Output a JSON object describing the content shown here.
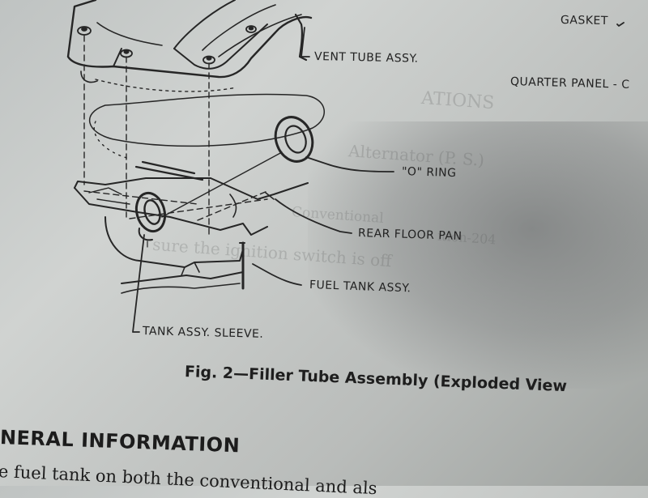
{
  "labels": {
    "gasket": "GASKET",
    "vent_tube": "VENT TUBE ASSY.",
    "quarter_panel": "QUARTER PANEL - C",
    "o_ring": "\"O\" RING",
    "rear_floor_pan": "REAR FLOOR PAN",
    "fuel_tank": "FUEL TANK ASSY.",
    "tank_sleeve": "TANK ASSY. SLEEVE."
  },
  "caption": "Fig. 2—Filler Tube Assembly (Exploded View",
  "section_heading": "NERAL INFORMATION",
  "body_text": "e fuel tank on both the conventional and als",
  "bleed_through": {
    "line1": "ATIONS",
    "line2": "Alternator (P. S.)",
    "line3": "Conventional",
    "line4": "ition-204",
    "line5": "sure the ignition switch is off"
  }
}
